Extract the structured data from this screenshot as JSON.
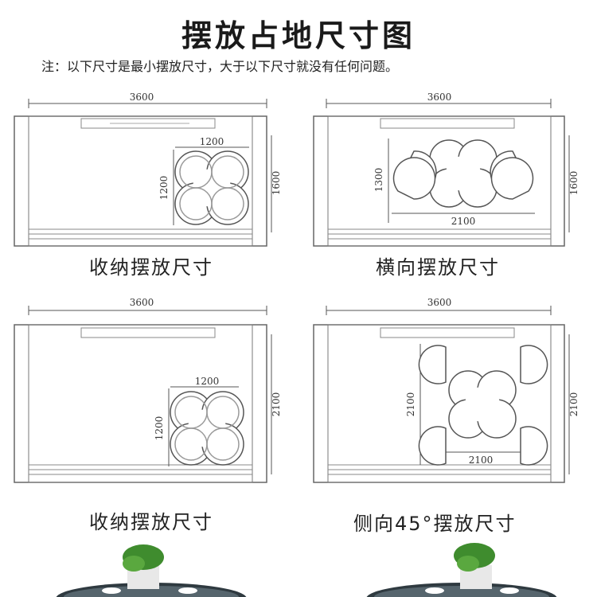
{
  "title": "摆放占地尺寸图",
  "note": "注：以下尺寸是最小摆放尺寸，大于以下尺寸就没有任何问题。",
  "panels": [
    {
      "caption": "收纳摆放尺寸",
      "width": "3600",
      "height": "1600",
      "table_w": "1200",
      "table_h": "1200"
    },
    {
      "caption": "横向摆放尺寸",
      "width": "3600",
      "height": "1600",
      "set_w": "2100",
      "set_h": "1300"
    },
    {
      "caption": "收纳摆放尺寸",
      "width": "3600",
      "height": "2100",
      "table_w": "1200",
      "table_h": "1200"
    },
    {
      "caption": "侧向45°摆放尺寸",
      "width": "3600",
      "height": "2100",
      "set_w": "2100",
      "set_h": "2100"
    }
  ],
  "colors": {
    "line": "#555555",
    "frame": "#666666",
    "text": "#222222"
  }
}
